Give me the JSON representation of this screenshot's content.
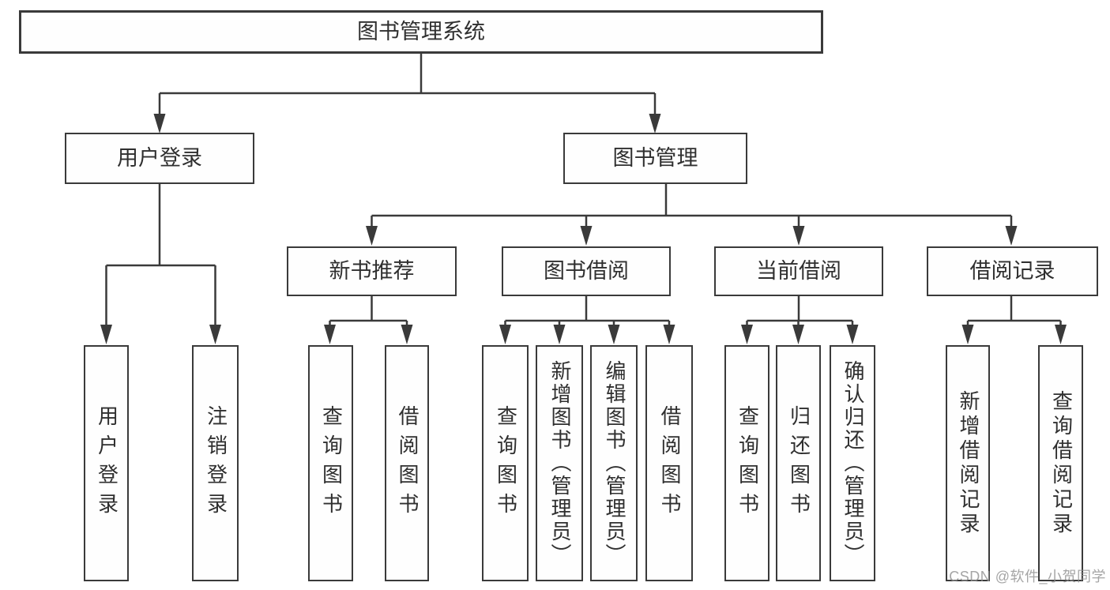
{
  "nodes": {
    "root": "图书管理系统",
    "user_login": "用户登录",
    "book_mgmt": "图书管理",
    "new_book_rec": "新书推荐",
    "book_borrowing": "图书借阅",
    "current_borrowing": "当前借阅",
    "borrowing_records": "借阅记录",
    "leaf_user_login": "用户登录",
    "leaf_logout": "注销登录",
    "leaf_query_books_rec": "查询图书",
    "leaf_borrow_books_rec": "借阅图书",
    "leaf_query_books_borrow": "查询图书",
    "leaf_add_books_admin": "新增图书（管理员）",
    "leaf_edit_books_admin": "编辑图书（管理员）",
    "leaf_borrow_books_borrow": "借阅图书",
    "leaf_query_books_current": "查询图书",
    "leaf_return_books": "归还图书",
    "leaf_confirm_return_admin": "确认归还（管理员）",
    "leaf_add_borrow_record": "新增借阅记录",
    "leaf_query_borrow_record": "查询借阅记录"
  },
  "hierarchy": {
    "图书管理系统": {
      "用户登录": [
        "用户登录",
        "注销登录"
      ],
      "图书管理": {
        "新书推荐": [
          "查询图书",
          "借阅图书"
        ],
        "图书借阅": [
          "查询图书",
          "新增图书（管理员）",
          "编辑图书（管理员）",
          "借阅图书"
        ],
        "当前借阅": [
          "查询图书",
          "归还图书",
          "确认归还（管理员）"
        ],
        "借阅记录": [
          "新增借阅记录",
          "查询借阅记录"
        ]
      }
    }
  },
  "watermark": "CSDN @软件_小贺同学",
  "colors": {
    "line": "#3a3a3a",
    "box_border": "#3a3a3a",
    "box_fill": "#ffffff",
    "text": "#2f2f2f",
    "watermark": "#8f8f8f",
    "background": "#ffffff"
  }
}
